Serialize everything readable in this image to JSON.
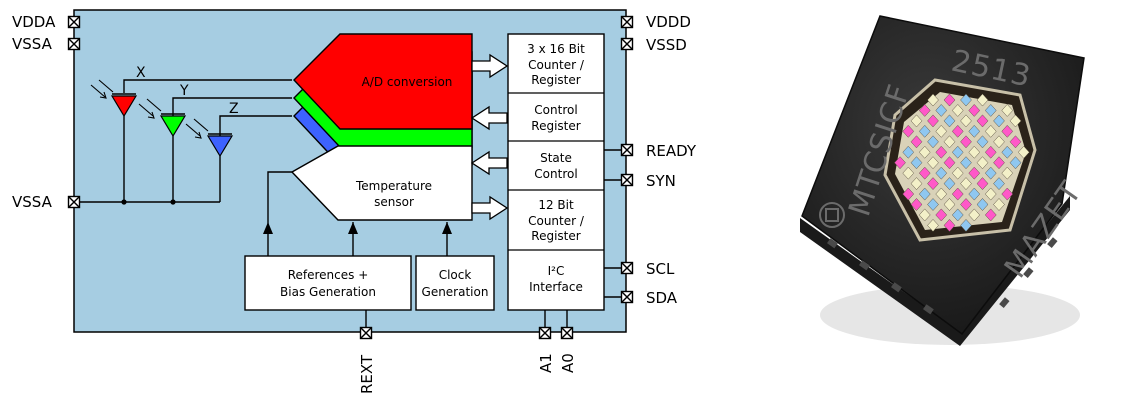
{
  "diagram": {
    "pins_left": {
      "vdda": "VDDA",
      "vssa_top": "VSSA",
      "vssa_mid": "VSSA"
    },
    "pins_right": {
      "vddd": "VDDD",
      "vssd": "VSSD",
      "ready": "READY",
      "syn": "SYN",
      "scl": "SCL",
      "sda": "SDA"
    },
    "pins_bottom": {
      "rext": "REXT",
      "a1": "A1",
      "a0": "A0"
    },
    "wires": {
      "x": "X",
      "y": "Y",
      "z": "Z"
    },
    "blocks": {
      "adc": "A/D conversion",
      "temp_line1": "Temperature",
      "temp_line2": "sensor",
      "counter_line1": "3 x 16 Bit",
      "counter_line2": "Counter /",
      "counter_line3": "Register",
      "control_line1": "Control",
      "control_line2": "Register",
      "state_line1": "State",
      "state_line2": "Control",
      "counter12_line1": "12 Bit",
      "counter12_line2": "Counter /",
      "counter12_line3": "Register",
      "i2c_line1": "I²C",
      "i2c_line2": "Interface",
      "refs_line1": "References +",
      "refs_line2": "Bias Generation",
      "clock_line1": "Clock",
      "clock_line2": "Generation"
    },
    "colors": {
      "background": "#a6cde2",
      "adc_red": "#ff0000",
      "channel_green": "#00ff00",
      "channel_blue": "#3d62ff"
    }
  },
  "photo": {
    "marking_top": "2513",
    "marking_left": "MTCSICF",
    "marking_right": "MAZET"
  }
}
